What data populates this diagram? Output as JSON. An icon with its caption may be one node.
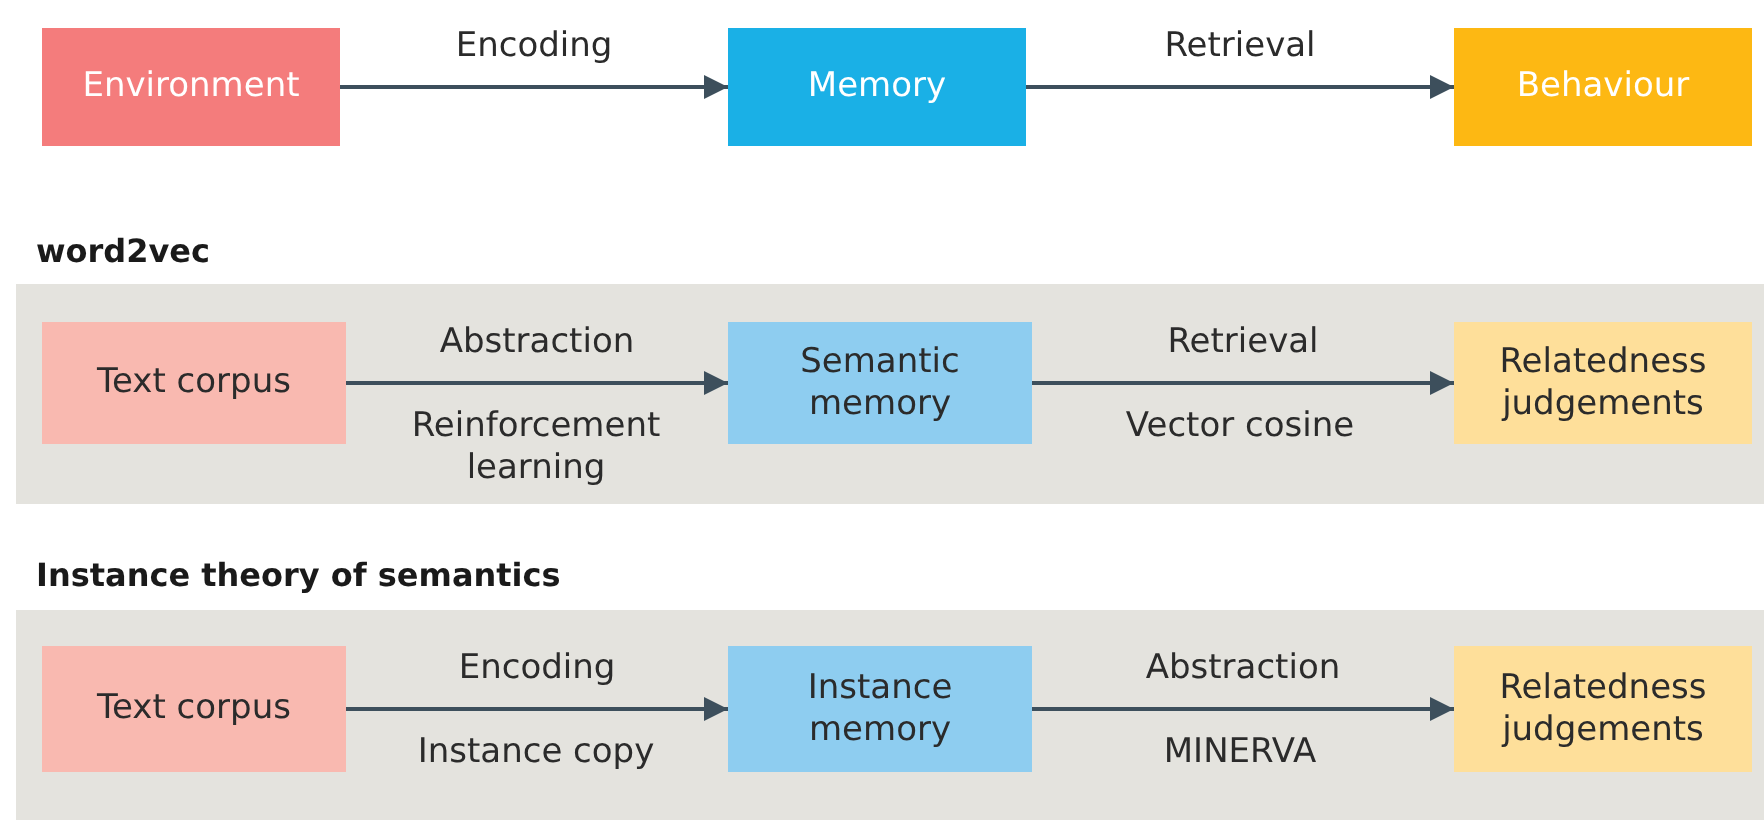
{
  "diagram": {
    "nodes": [
      {
        "text": [
          "Environment"
        ]
      },
      {
        "text": [
          "Memory"
        ]
      },
      {
        "text": [
          "Behaviour"
        ]
      },
      {
        "text": [
          "word2vec"
        ]
      },
      {
        "text": [
          "Text corpus"
        ],
        "in": 3
      },
      {
        "text": [
          "Semantic memory"
        ],
        "in": 3
      },
      {
        "text": [
          "Relatedness judgements"
        ],
        "in": 3
      },
      {
        "text": [
          "Instance theory of semantics"
        ]
      },
      {
        "text": [
          "Text corpus"
        ],
        "in": 7
      },
      {
        "text": [
          "Instance memory"
        ],
        "in": 7
      },
      {
        "text": [
          "Relatedness judgements"
        ],
        "in": 7
      }
    ],
    "edges": [
      {
        "from": 0,
        "to": 1,
        "arrow": "to",
        "label": "Encoding"
      },
      {
        "from": 1,
        "to": 2,
        "arrow": "to",
        "label": "Retrieval"
      },
      {
        "from": 4,
        "to": 5,
        "arrow": "to",
        "label": "Abstraction"
      },
      {
        "from": 5,
        "to": 6,
        "arrow": "to",
        "label": "Retrieval"
      },
      {
        "from": 8,
        "to": 9,
        "arrow": "to",
        "label": "Encoding"
      },
      {
        "from": 9,
        "to": 10,
        "arrow": "to",
        "label": "Abstraction"
      }
    ],
    "labels": [
      "Reinforcement learning",
      "Vector cosine",
      "Instance copy",
      "MINERVA"
    ]
  }
}
